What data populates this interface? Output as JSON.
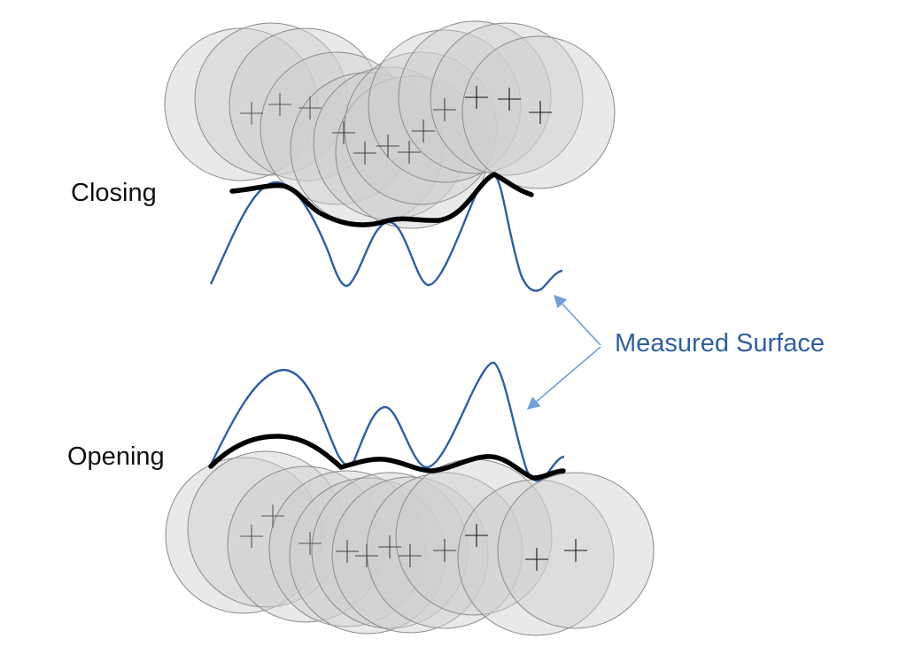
{
  "labels": {
    "closing": "Closing",
    "opening": "Opening",
    "measured_surface": "Measured Surface"
  },
  "colors": {
    "disk_fill": "#cfcfcf",
    "disk_stroke": "#8a8a8a",
    "measured_surface_line": "#2f5f9e",
    "envelope_line": "#000000",
    "annotation_text": "#2f5f9e",
    "arrow": "#6fa0d8"
  },
  "icons": {
    "disk_center_marker": "plus-icon",
    "arrow_head": "arrowhead-icon"
  }
}
